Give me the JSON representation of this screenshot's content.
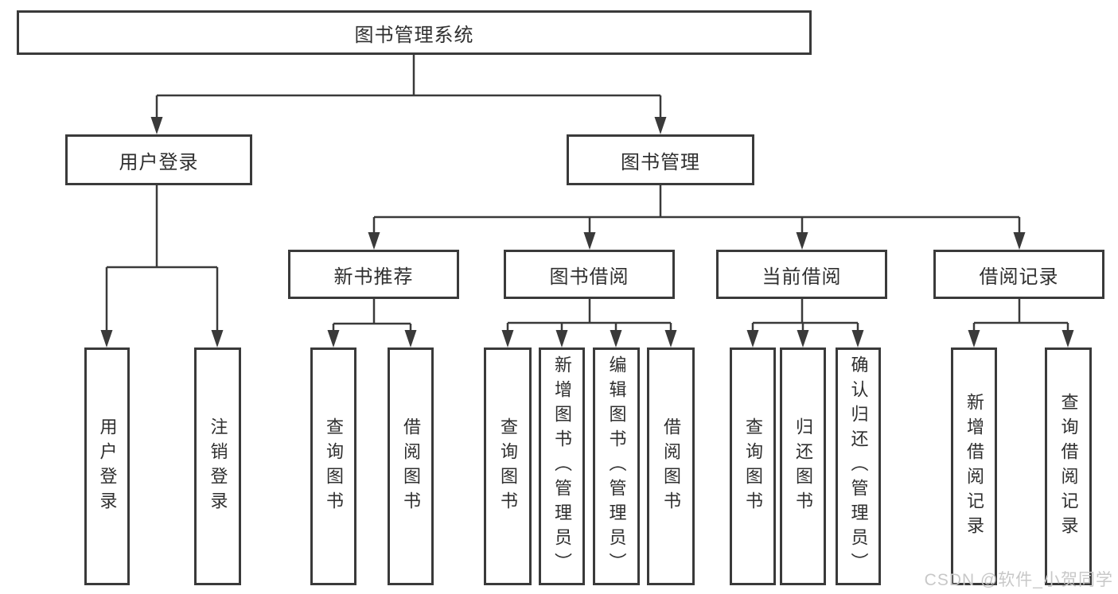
{
  "diagram": {
    "root": {
      "label": "图书管理系统"
    },
    "level2": {
      "user_login_branch": {
        "label": "用户登录"
      },
      "book_mgmt_branch": {
        "label": "图书管理"
      }
    },
    "level3": {
      "new_book_rec": {
        "label": "新书推荐"
      },
      "book_borrow": {
        "label": "图书借阅"
      },
      "current_borrow": {
        "label": "当前借阅"
      },
      "borrow_records": {
        "label": "借阅记录"
      }
    },
    "leaves": {
      "user_login": {
        "label": "用户登录"
      },
      "logout": {
        "label": "注销登录"
      },
      "nbr_query_books": {
        "label": "查询图书"
      },
      "nbr_borrow_books": {
        "label": "借阅图书"
      },
      "bb_query_books": {
        "label": "查询图书"
      },
      "bb_add_books": {
        "label": "新增图书（管理员）"
      },
      "bb_edit_books": {
        "label": "编辑图书（管理员）"
      },
      "bb_borrow_books": {
        "label": "借阅图书"
      },
      "cb_query_books": {
        "label": "查询图书"
      },
      "cb_return_books": {
        "label": "归还图书"
      },
      "cb_confirm_return": {
        "label": "确认归还（管理员）"
      },
      "br_add_record": {
        "label": "新增借阅记录"
      },
      "br_query_record": {
        "label": "查询借阅记录"
      }
    }
  },
  "watermark": {
    "text": "CSDN @软件_小贺同学"
  },
  "colors": {
    "line": "#3a3a3a",
    "box_border": "#3a3a3a",
    "text": "#2f2f2f",
    "watermark": "#c8c8c8",
    "background": "#ffffff"
  }
}
